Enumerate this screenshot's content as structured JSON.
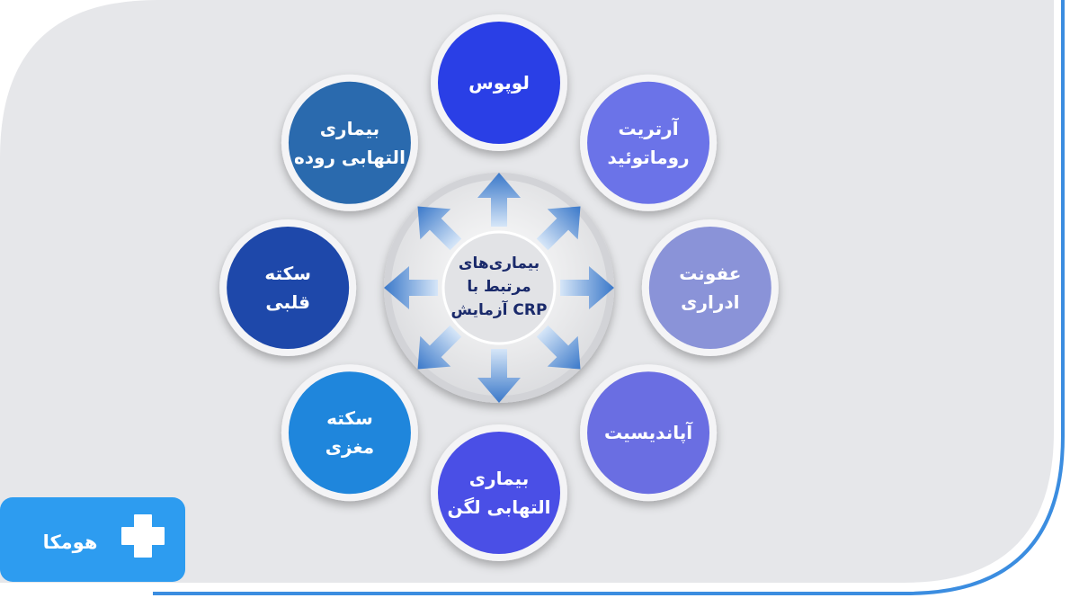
{
  "center": {
    "lines": [
      "بیماری‌های",
      "مرتبط با",
      "آزمایش CRP"
    ]
  },
  "nodes": [
    {
      "id": "lupus",
      "lines": [
        "لوپوس"
      ],
      "color": "#2a3fe6"
    },
    {
      "id": "rheumatoid-arthritis",
      "lines": [
        "آرتریت",
        "روماتوئید"
      ],
      "color": "#6b73e8"
    },
    {
      "id": "urinary-infection",
      "lines": [
        "عفونت",
        "ادراری"
      ],
      "color": "#8a93d8"
    },
    {
      "id": "appendicitis",
      "lines": [
        "آپاندیسیت"
      ],
      "color": "#6a6ee2"
    },
    {
      "id": "pelvic-inflammatory-disease",
      "lines": [
        "بیماری",
        "التهابی لگن"
      ],
      "color": "#4a4fe6"
    },
    {
      "id": "stroke",
      "lines": [
        "سکته",
        "مغزی"
      ],
      "color": "#1f86dc"
    },
    {
      "id": "heart-attack",
      "lines": [
        "سکته",
        "قلبی"
      ],
      "color": "#1e48aa"
    },
    {
      "id": "inflammatory-bowel-disease",
      "lines": [
        "بیماری",
        "التهابی روده"
      ],
      "color": "#2a6aae"
    }
  ],
  "logo": {
    "text": "هومکا"
  },
  "colors": {
    "panel": "#e6e7ea",
    "frame": "#3b8de0",
    "logo_bg": "#2d9cf0",
    "arrow_dark": "#3a78c9",
    "arrow_light": "#cfe1f7"
  }
}
